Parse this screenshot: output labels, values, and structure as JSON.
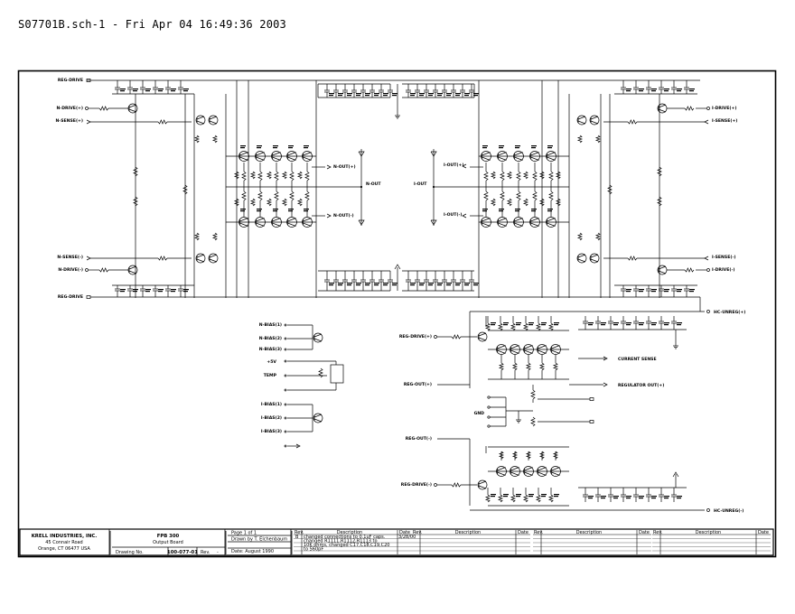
{
  "header": {
    "text": "S07701B.sch-1 - Fri Apr 04 16:49:36 2003"
  },
  "amp": {
    "left_inputs": [
      "N-DRIVE(+)",
      "N-SENSE(+)",
      "N-SENSE(-)",
      "N-DRIVE(-)"
    ],
    "right_inputs": [
      "I-DRIVE(+)",
      "I-SENSE(+)",
      "I-SENSE(-)",
      "I-DRIVE(-)"
    ],
    "left_outputs": [
      "N-OUT(+)",
      "N-OUT(-)",
      "N-OUT"
    ],
    "right_outputs": [
      "I-OUT(+)",
      "I-OUT(-)",
      "I-OUT"
    ],
    "rails_left": [
      "REG-DRIVE",
      "REG-DRIVE"
    ],
    "rails_right": [
      "HC-UNREG(+)",
      "HC-UNREG(-)"
    ]
  },
  "bias": {
    "labels": [
      "N-BIAS(1)",
      "N-BIAS(2)",
      "N-BIAS(3)",
      "+5V",
      "TEMP",
      "I-BIAS(1)",
      "I-BIAS(2)",
      "I-BIAS(3)"
    ]
  },
  "regulator": {
    "labels": [
      "REG-DRIVE(+)",
      "CURRENT SENSE",
      "REG-OUT(+)",
      "REGULATOR OUT(+)",
      "GND",
      "REG-OUT(-)",
      "REG-DRIVE(-)",
      "HC-UNREG(+)",
      "HC-UNREG(-)"
    ]
  },
  "title_block": {
    "company": "KRELL INDUSTRIES, INC.",
    "address1": "45 Connair Road",
    "address2": "Orange, CT 06477 USA",
    "product": "FPB 300",
    "board": "Output Board",
    "drawing_no_label": "Drawing No.",
    "drawing_no": "100-077-01",
    "rev_label": "Rev.",
    "rev_value": "-",
    "page": "Page 1 of 1",
    "drawn_by": "Drawn by T. Elchenbaum",
    "date": "Date: August 1990"
  },
  "revisions": {
    "headers": [
      "Rev.",
      "Description",
      "Date"
    ],
    "entries": [
      {
        "rev": "B",
        "date": "3/28/00",
        "lines": [
          "changed connections to 0.1uF caps.",
          "changed R1111,R1112,R1113 to",
          "10K ohms, changed C17,C18,C19,C20",
          "to 560pF"
        ]
      }
    ]
  }
}
